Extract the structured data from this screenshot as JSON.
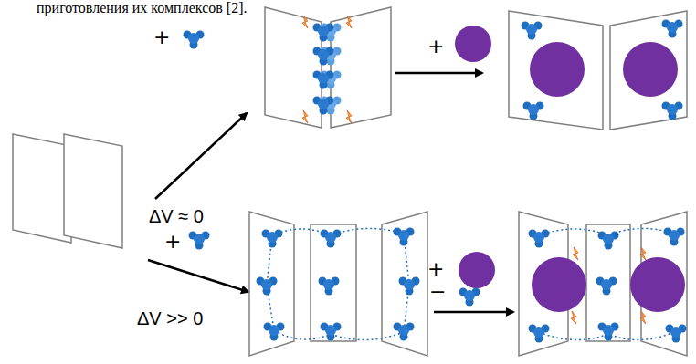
{
  "diagram": {
    "labels": [
      "приготовления их комплексов [2].",
      "+",
      "+",
      "ΔV ≈ 0",
      "+",
      "+",
      "−",
      "ΔV >> 0"
    ]
  }
}
